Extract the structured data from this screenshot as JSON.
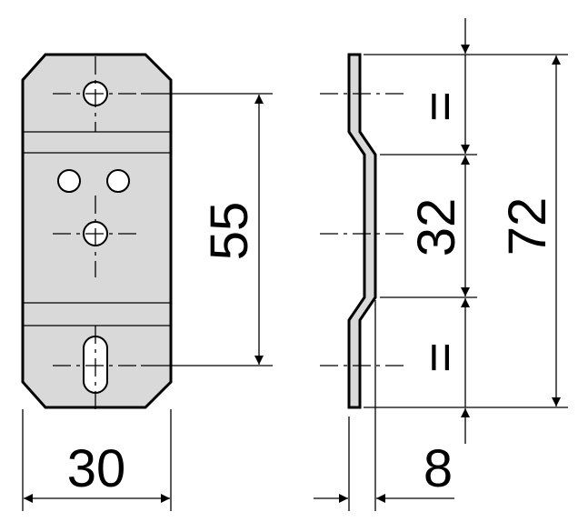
{
  "diagram": {
    "dimensions": {
      "width": "30",
      "hole_spacing": "55",
      "offset_height": "32",
      "total_height": "72",
      "offset_depth": "8",
      "equal_marks": [
        "=",
        "="
      ]
    }
  }
}
